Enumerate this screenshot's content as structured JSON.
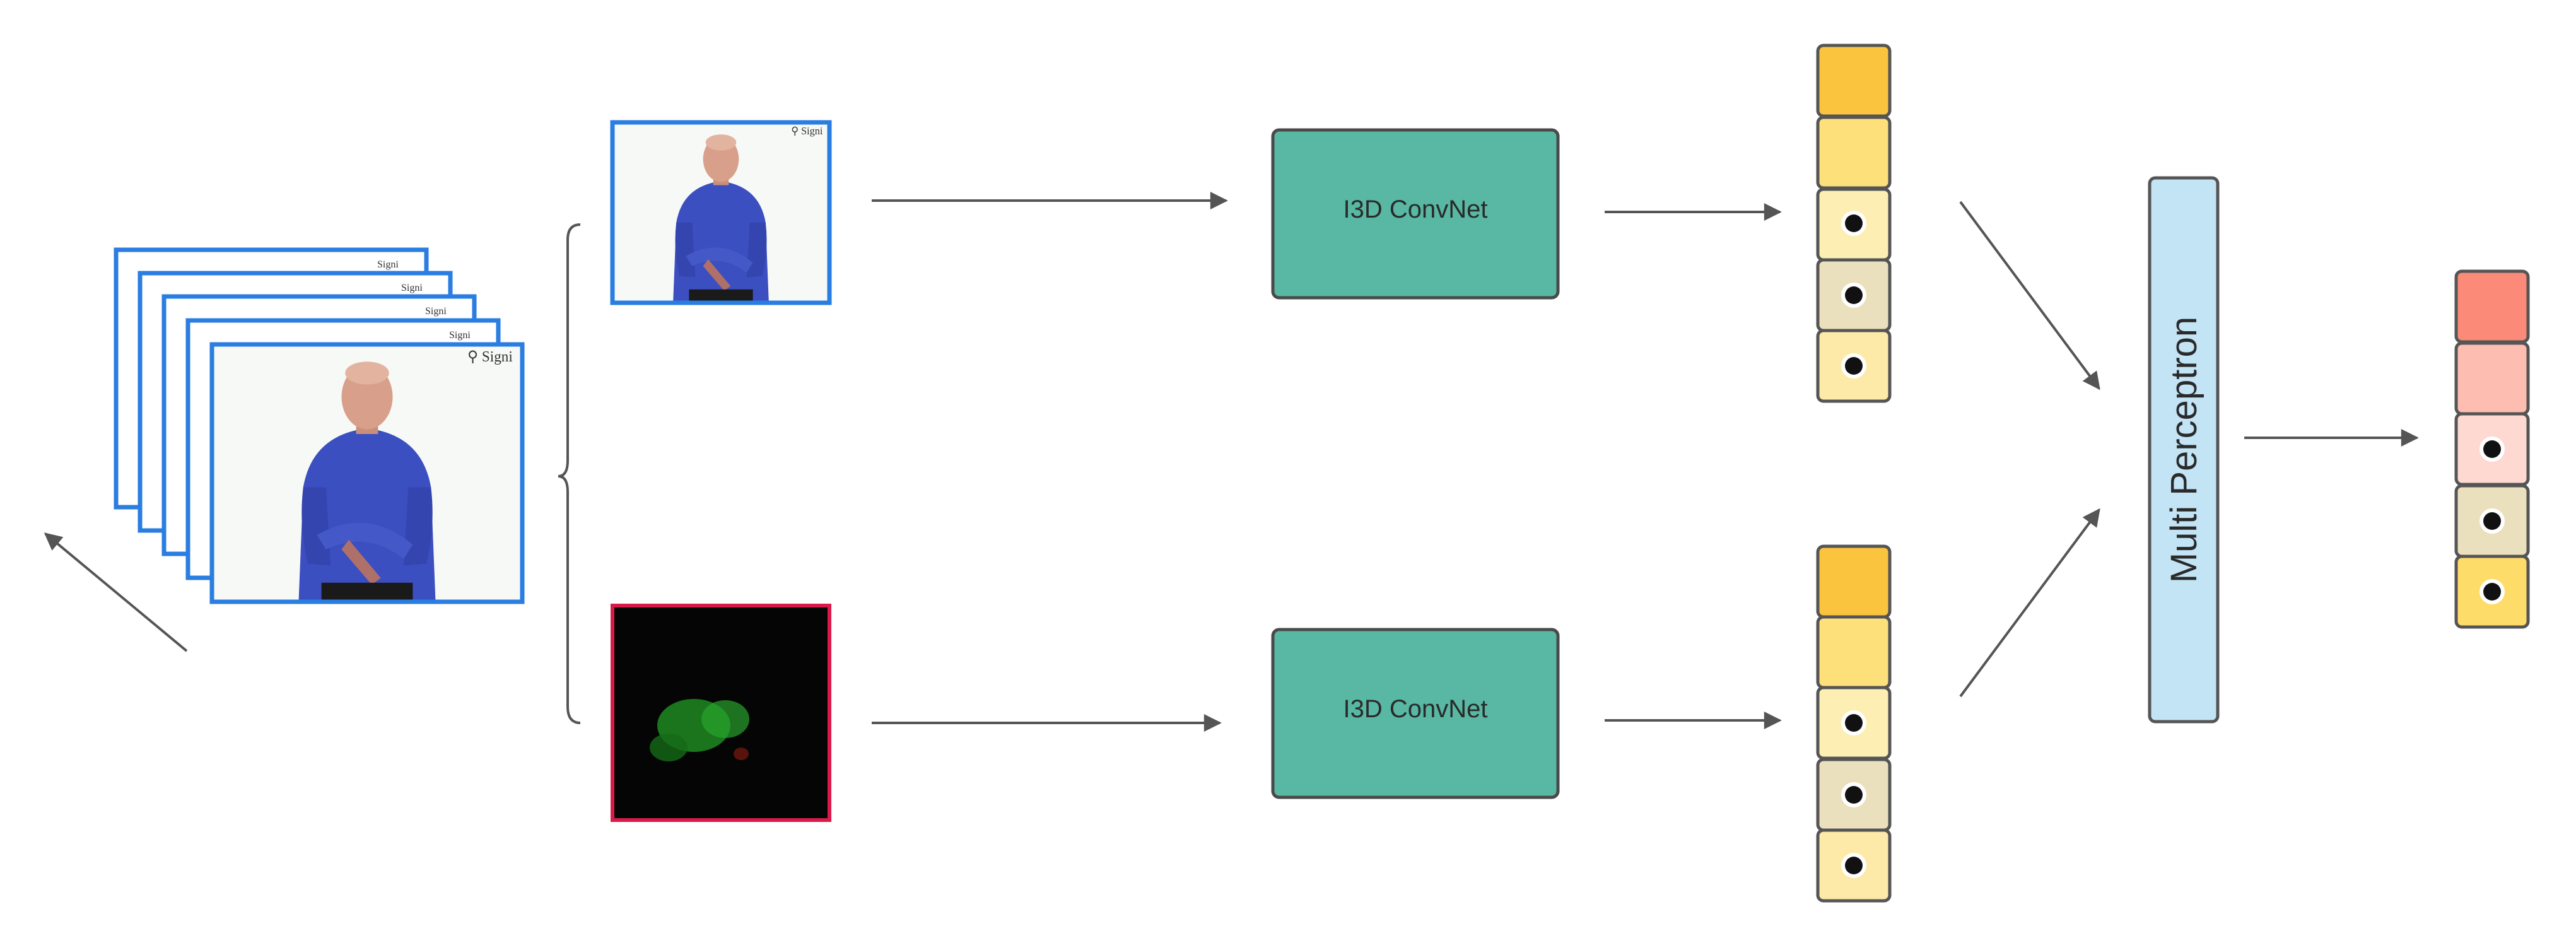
{
  "blocks": {
    "convnet_top": "I3D ConvNet",
    "convnet_bottom": "I3D ConvNet",
    "mlp": "Multi Perceptron"
  },
  "watermark": "Signi",
  "colors": {
    "frame_border": "#2a7de1",
    "flow_border": "#d81b4a",
    "convnet_fill": "#58b8a4",
    "mlp_fill": "#c3e4f5",
    "feature_cells": [
      "#fbc43f",
      "#fde07a",
      "#fdeeb3",
      "#ebe0bd",
      "#fde9a8"
    ],
    "output_cells": [
      "#fb8a78",
      "#fdbdb0",
      "#fdd9d1",
      "#ebe0bd",
      "#fedc6a"
    ],
    "arrow": "#555555"
  },
  "icons": [
    "person-photo",
    "optical-flow-image",
    "arrow",
    "curly-brace",
    "dot"
  ]
}
